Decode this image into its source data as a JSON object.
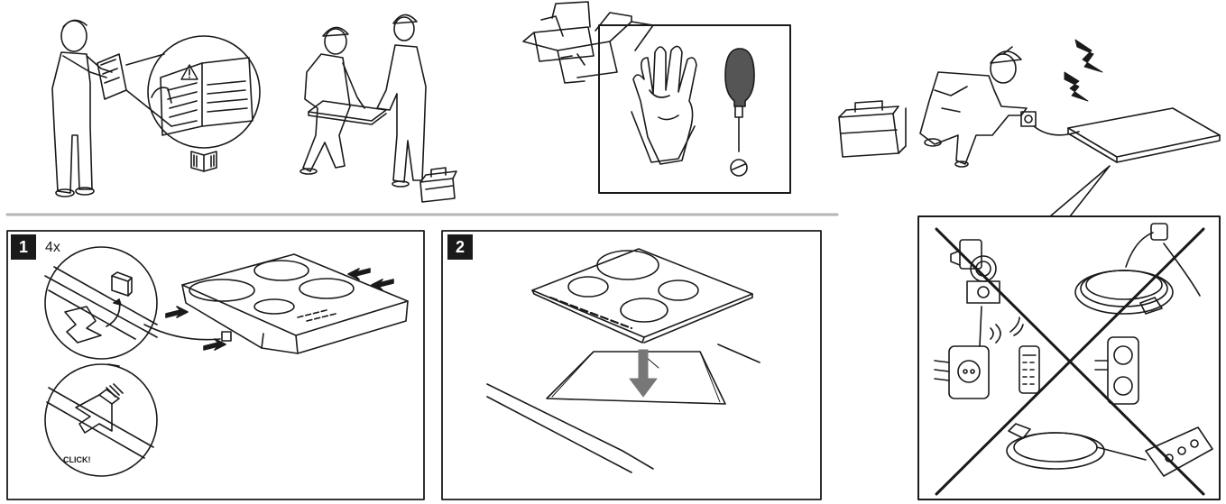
{
  "steps": [
    {
      "number": "1",
      "label_multiplier": "4x",
      "label_click": "CLICK!"
    },
    {
      "number": "2"
    }
  ],
  "colors": {
    "ink": "#1a1a1a",
    "divider": "#b5b5b5",
    "badge": "#1a1a1a",
    "arrow": "#777777",
    "screwdriver_handle": "#555555"
  },
  "icons": [
    "read-manual-person-icon",
    "warning-icon",
    "book-icon",
    "two-installers-icon",
    "toolbox-icon",
    "gloves-icon",
    "screwdriver-icon",
    "electrician-icon",
    "lightning-icon",
    "hob-icon",
    "timer-plug-icon",
    "extension-cable-icon",
    "wireless-socket-icon",
    "remote-control-icon",
    "double-socket-icon",
    "power-strip-icon"
  ]
}
